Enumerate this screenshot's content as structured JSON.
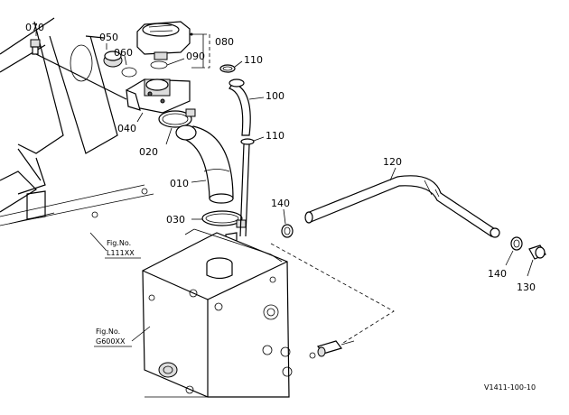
{
  "callouts": {
    "p010": "010",
    "p020": "020",
    "p030": "030",
    "p040": "040",
    "p050": "050",
    "p060": "060",
    "p070": "070",
    "p080": "080",
    "p090": "090",
    "p100": "100",
    "p110_top": "110",
    "p110_mid": "110",
    "p120": "120",
    "p130": "130",
    "p140_left": "140",
    "p140_right": "140"
  },
  "figure_refs": {
    "ref1_line1": "Fig.No.",
    "ref1_line2": "L111XX",
    "ref2_line1": "Fig.No.",
    "ref2_line2": "G600XX"
  },
  "drawing_id": "V1411-100-10"
}
